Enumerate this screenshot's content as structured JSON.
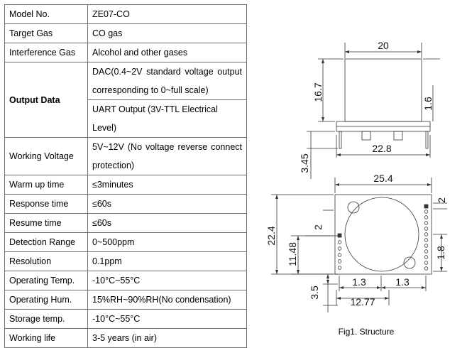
{
  "spec_table": {
    "rows": [
      {
        "label": "Model No.",
        "value": "ZE07-CO"
      },
      {
        "label": "Target Gas",
        "value": "CO gas"
      },
      {
        "label": "Interference Gas",
        "value": "Alcohol and other gases"
      },
      {
        "label": "Output Data",
        "values": [
          "DAC(0.4~2V standard voltage output corresponding to 0~full scale)",
          "UART Output (3V-TTL Electrical Level)"
        ]
      },
      {
        "label": "Working Voltage",
        "value": "5V~12V (No voltage reverse connect protection)"
      },
      {
        "label": "Warm up time",
        "value": "≤3minutes"
      },
      {
        "label": "Response time",
        "value": "≤60s"
      },
      {
        "label": "Resume time",
        "value": "≤60s"
      },
      {
        "label": "Detection Range",
        "value": "0~500ppm"
      },
      {
        "label": "Resolution",
        "value": "0.1ppm"
      },
      {
        "label": "Operating Temp.",
        "value": "-10°C~55°C"
      },
      {
        "label": "Operating Hum.",
        "value": "15%RH~90%RH(No condensation)"
      },
      {
        "label": "Storage temp.",
        "value": "-10°C~55°C"
      },
      {
        "label": "Working life",
        "value": "3-5 years (in air)"
      }
    ]
  },
  "figure": {
    "caption": "Fig1. Structure",
    "dimensions": {
      "top_width": "20",
      "body_height": "16.7",
      "pin_offset": "1.6",
      "base_width": "22.8",
      "pin_length": "3.45",
      "plan_width": "25.4",
      "pin_pitch_top": "2",
      "plan_height": "22.4",
      "pin_pitch_left": "2",
      "left_pin_span": "11.48",
      "right_pin_span": "1.8",
      "bottom_left_spacing": "1.3",
      "bottom_right_spacing": "1.3",
      "bottom_offset": "3.5",
      "bottom_pin_span": "12.77"
    }
  }
}
